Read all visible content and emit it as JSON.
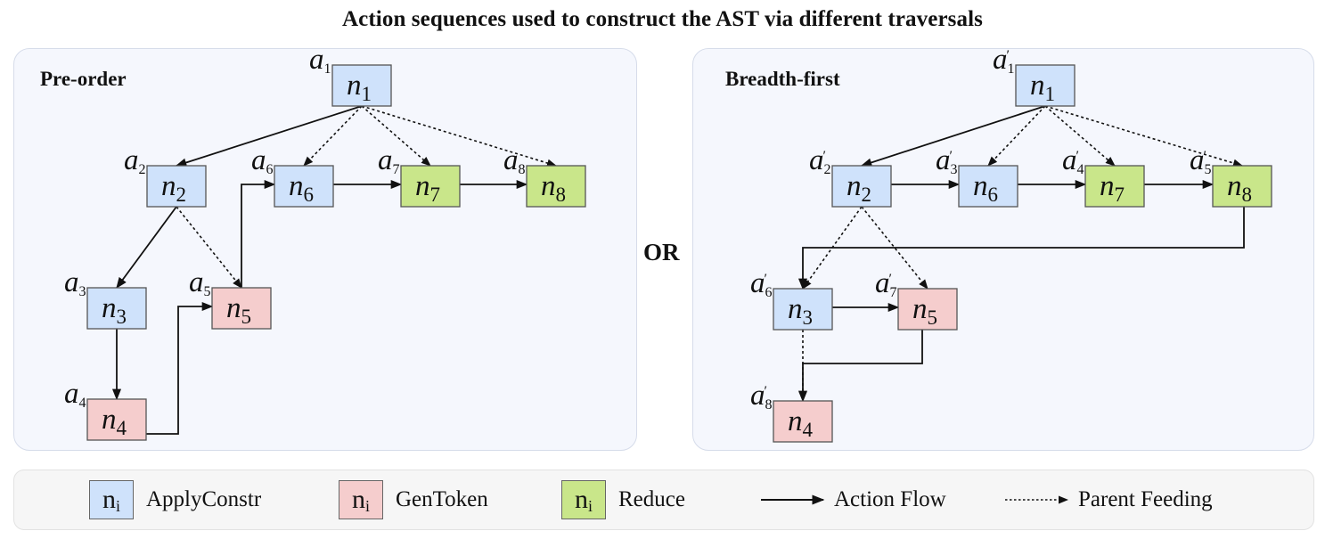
{
  "title": "Action sequences used to construct the AST via different traversals",
  "separator_label": "OR",
  "colors": {
    "apply_constr": "#cfe2fb",
    "gen_token": "#f5cdcd",
    "reduce": "#c9e68a",
    "action_label": "#9b2a1e",
    "panel_bg": "#f5f7fd"
  },
  "panels": [
    {
      "id": "preorder",
      "title": "Pre-order",
      "nodes": [
        {
          "id": "n1",
          "name": "n",
          "sub": "1",
          "type": "apply_constr",
          "action": "a",
          "action_sub": "1",
          "prime": false
        },
        {
          "id": "n2",
          "name": "n",
          "sub": "2",
          "type": "apply_constr",
          "action": "a",
          "action_sub": "2",
          "prime": false
        },
        {
          "id": "n3",
          "name": "n",
          "sub": "3",
          "type": "apply_constr",
          "action": "a",
          "action_sub": "3",
          "prime": false
        },
        {
          "id": "n4",
          "name": "n",
          "sub": "4",
          "type": "gen_token",
          "action": "a",
          "action_sub": "4",
          "prime": false
        },
        {
          "id": "n5",
          "name": "n",
          "sub": "5",
          "type": "gen_token",
          "action": "a",
          "action_sub": "5",
          "prime": false
        },
        {
          "id": "n6",
          "name": "n",
          "sub": "6",
          "type": "apply_constr",
          "action": "a",
          "action_sub": "6",
          "prime": false
        },
        {
          "id": "n7",
          "name": "n",
          "sub": "7",
          "type": "reduce",
          "action": "a",
          "action_sub": "7",
          "prime": false
        },
        {
          "id": "n8",
          "name": "n",
          "sub": "8",
          "type": "reduce",
          "action": "a",
          "action_sub": "8",
          "prime": false
        }
      ],
      "action_flow": [
        [
          "n1",
          "n2"
        ],
        [
          "n2",
          "n3"
        ],
        [
          "n3",
          "n4"
        ],
        [
          "n4",
          "n5"
        ],
        [
          "n5",
          "n6"
        ],
        [
          "n6",
          "n7"
        ],
        [
          "n7",
          "n8"
        ]
      ],
      "parent_feeding": [
        [
          "n1",
          "n6"
        ],
        [
          "n1",
          "n7"
        ],
        [
          "n1",
          "n8"
        ],
        [
          "n2",
          "n5"
        ]
      ]
    },
    {
      "id": "breadthfirst",
      "title": "Breadth-first",
      "nodes": [
        {
          "id": "n1",
          "name": "n",
          "sub": "1",
          "type": "apply_constr",
          "action": "a",
          "action_sub": "1",
          "prime": true
        },
        {
          "id": "n2",
          "name": "n",
          "sub": "2",
          "type": "apply_constr",
          "action": "a",
          "action_sub": "2",
          "prime": true
        },
        {
          "id": "n6",
          "name": "n",
          "sub": "6",
          "type": "apply_constr",
          "action": "a",
          "action_sub": "3",
          "prime": true
        },
        {
          "id": "n7",
          "name": "n",
          "sub": "7",
          "type": "reduce",
          "action": "a",
          "action_sub": "4",
          "prime": true
        },
        {
          "id": "n8",
          "name": "n",
          "sub": "8",
          "type": "reduce",
          "action": "a",
          "action_sub": "5",
          "prime": true
        },
        {
          "id": "n3",
          "name": "n",
          "sub": "3",
          "type": "apply_constr",
          "action": "a",
          "action_sub": "6",
          "prime": true
        },
        {
          "id": "n5",
          "name": "n",
          "sub": "5",
          "type": "gen_token",
          "action": "a",
          "action_sub": "7",
          "prime": true
        },
        {
          "id": "n4",
          "name": "n",
          "sub": "4",
          "type": "gen_token",
          "action": "a",
          "action_sub": "8",
          "prime": true
        }
      ],
      "action_flow": [
        [
          "n1",
          "n2"
        ],
        [
          "n2",
          "n6"
        ],
        [
          "n6",
          "n7"
        ],
        [
          "n7",
          "n8"
        ],
        [
          "n8",
          "n3"
        ],
        [
          "n3",
          "n5"
        ],
        [
          "n5",
          "n4"
        ]
      ],
      "parent_feeding": [
        [
          "n1",
          "n6"
        ],
        [
          "n1",
          "n7"
        ],
        [
          "n1",
          "n8"
        ],
        [
          "n2",
          "n3"
        ],
        [
          "n2",
          "n5"
        ],
        [
          "n3",
          "n4"
        ]
      ]
    }
  ],
  "legend": {
    "swatch_text": "n",
    "swatch_sub": "i",
    "items": [
      {
        "type": "apply_constr",
        "label": "ApplyConstr"
      },
      {
        "type": "gen_token",
        "label": "GenToken"
      },
      {
        "type": "reduce",
        "label": "Reduce"
      }
    ],
    "action_flow_label": "Action Flow",
    "parent_feeding_label": "Parent Feeding"
  }
}
